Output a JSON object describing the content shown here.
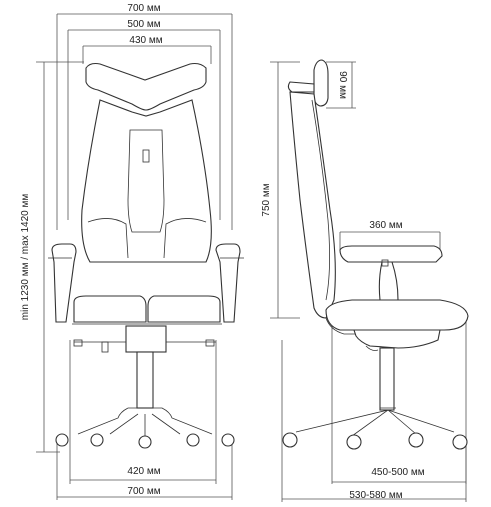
{
  "dimensions": {
    "overall_width_top": "700 мм",
    "back_width": "500 мм",
    "headrest_width": "430 мм",
    "total_height": "min 1230 мм / max 1420 мм",
    "headrest_height": "90 мм",
    "back_height": "750 мм",
    "armrest_depth": "360 мм",
    "base_inner_width": "420 мм",
    "base_width": "700 мм",
    "seat_depth": "450-500 мм",
    "overall_depth": "530-580 мм"
  }
}
